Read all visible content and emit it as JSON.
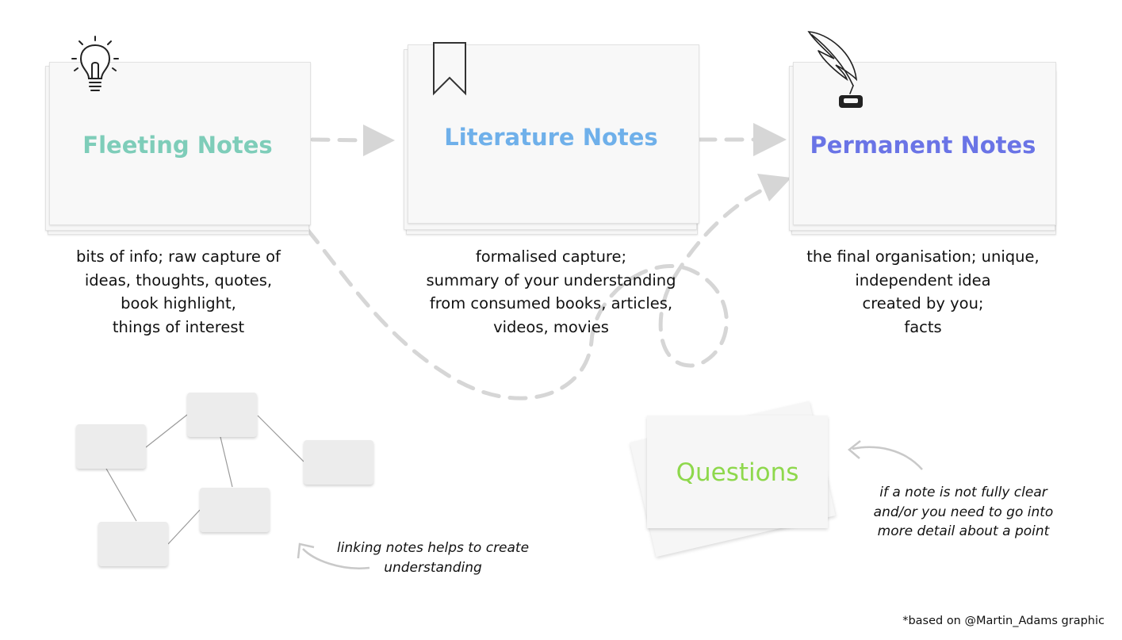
{
  "cards": {
    "fleeting": {
      "title": "Fleeting Notes",
      "color": "#7ecdb9",
      "icon": "lightbulb-icon",
      "description": [
        "bits of info; raw capture of",
        "ideas, thoughts, quotes,",
        "book highlight,",
        "things of interest"
      ]
    },
    "literature": {
      "title": "Literature Notes",
      "color": "#6fb0ea",
      "icon": "bookmark-icon",
      "description": [
        "formalised capture;",
        "summary of your understanding",
        "from consumed books, articles,",
        "videos, movies"
      ]
    },
    "permanent": {
      "title": "Permanent Notes",
      "color": "#6a74e6",
      "icon": "quill-inkwell-icon",
      "description": [
        "the final organisation; unique,",
        "independent idea",
        "created by you;",
        "facts"
      ]
    }
  },
  "questions": {
    "title": "Questions",
    "color": "#8ed84c",
    "note": [
      "if a note is not fully clear",
      "and/or you need to go into",
      "more detail about a point"
    ]
  },
  "linking": {
    "note": [
      "linking notes helps to create",
      "understanding"
    ]
  },
  "footer": "*based on @Martin_Adams graphic",
  "colors": {
    "arrow": "#d6d6d6",
    "link_line": "#9a9a9a",
    "mini_card": "#ececec"
  }
}
